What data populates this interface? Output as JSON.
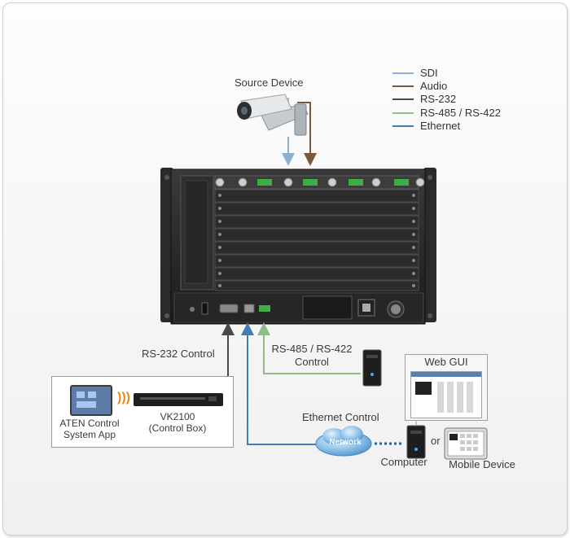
{
  "source_label": "Source Device",
  "legend": [
    {
      "label": "SDI",
      "color": "#8db0d0"
    },
    {
      "label": "Audio",
      "color": "#7a5a3c"
    },
    {
      "label": "RS-232",
      "color": "#4a4a4a"
    },
    {
      "label": "RS-485 / RS-422",
      "color": "#8fbf86"
    },
    {
      "label": "Ethernet",
      "color": "#3f7db8"
    }
  ],
  "rs232_label": "RS-232 Control",
  "rs485_label_line1": "RS-485 / RS-422",
  "rs485_label_line2": "Control",
  "ethernet_label": "Ethernet Control",
  "network_label": "Network",
  "computer_label": "Computer",
  "or_label": "or",
  "webgui_label": "Web GUI",
  "mobile_label": "Mobile Device",
  "app_label_line1": "ATEN Control",
  "app_label_line2": "System App",
  "vk_label_line1": "VK2100",
  "vk_label_line2": "(Control Box)"
}
